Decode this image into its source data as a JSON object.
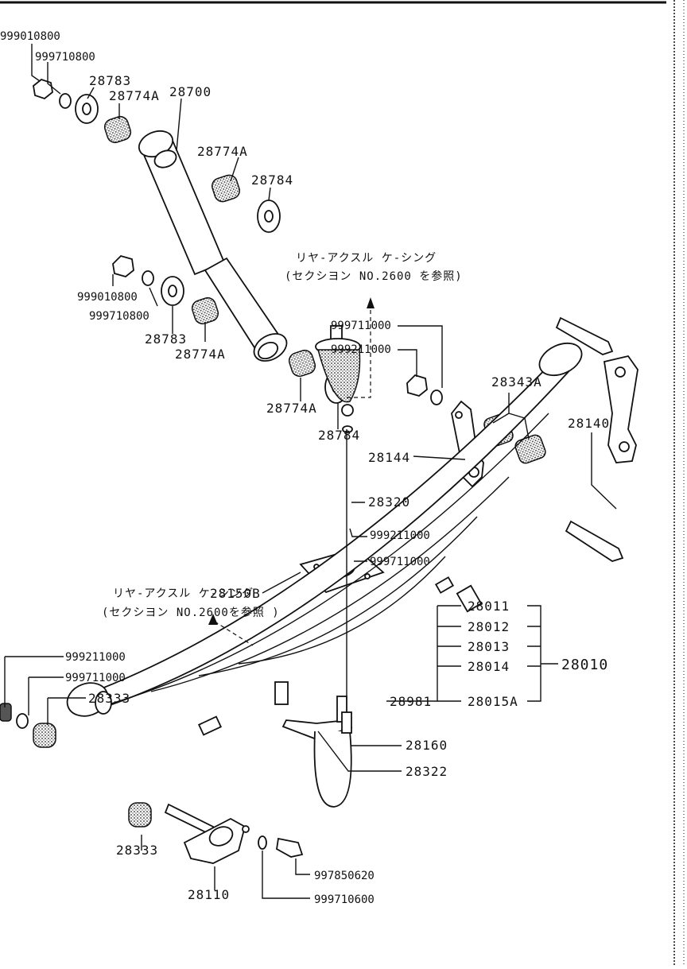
{
  "parts": {
    "p999010800_top": "999010800",
    "p999710800_top": "999710800",
    "p28783_top": "28783",
    "p28774A_top": "28774A",
    "p28700": "28700",
    "p28774A_upper_right": "28774A",
    "p28784_upper": "28784",
    "p999010800_mid": "999010800",
    "p999710800_mid": "999710800",
    "p28783_mid": "28783",
    "p28774A_mid": "28774A",
    "p28774A_lower": "28774A",
    "p28784_lower": "28784",
    "p999711000_a": "999711000",
    "p999211000_a": "999211000",
    "p28343A": "28343A",
    "p28144": "28144",
    "p28140": "28140",
    "p28320": "28320",
    "p999211000_b": "999211000",
    "p999711000_b": "999711000",
    "p28150B": "28150B",
    "p28011": "28011",
    "p28012": "28012",
    "p28013": "28013",
    "p28014": "28014",
    "p28015A": "28015A",
    "p28010": "28010",
    "p28981": "28981",
    "p28160": "28160",
    "p28322": "28322",
    "p999211000_c": "999211000",
    "p999711000_c": "999711000",
    "p28333_left": "28333",
    "p28333_bottom": "28333",
    "p28110": "28110",
    "p997850620": "997850620",
    "p999710600": "999710600"
  },
  "notes": {
    "ref1_line1": "リヤ-アクスル ケ-シング",
    "ref1_line2": "(セクシヨン NO.2600 を参照)",
    "ref2_line1": "リヤ-アクスル ケ-シング",
    "ref2_line2": "(セクシヨン NO.2600を参照 )"
  }
}
